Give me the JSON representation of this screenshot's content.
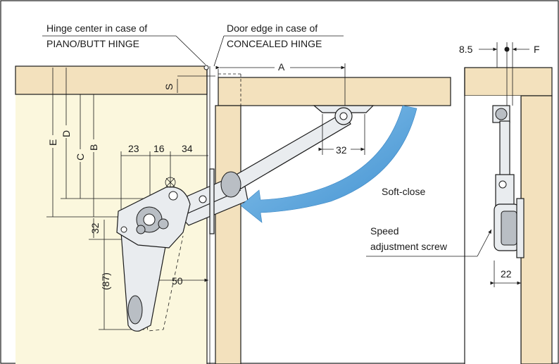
{
  "labels": {
    "hinge_center_line1": "Hinge center  in case of",
    "hinge_center_line2": "PIANO/BUTT HINGE",
    "door_edge_line1": "Door edge in case of",
    "door_edge_line2": "CONCEALED HINGE",
    "soft_close": "Soft-close",
    "speed_line1": "Speed",
    "speed_line2": "adjustment screw"
  },
  "dimensions": {
    "A": "A",
    "S": "S",
    "E": "E",
    "D": "D",
    "C": "C",
    "B": "B",
    "d23": "23",
    "d16": "16",
    "d34": "34",
    "d32_side": "32",
    "d32_bracket": "32",
    "d87": "(87)",
    "d50": "50",
    "d22": "22",
    "d8_5": "8.5",
    "F": "F"
  },
  "colors": {
    "wood": "#f3e1bd",
    "cabinet_interior": "#fbf7dd",
    "arrow_blue": "#5ba6dc"
  }
}
